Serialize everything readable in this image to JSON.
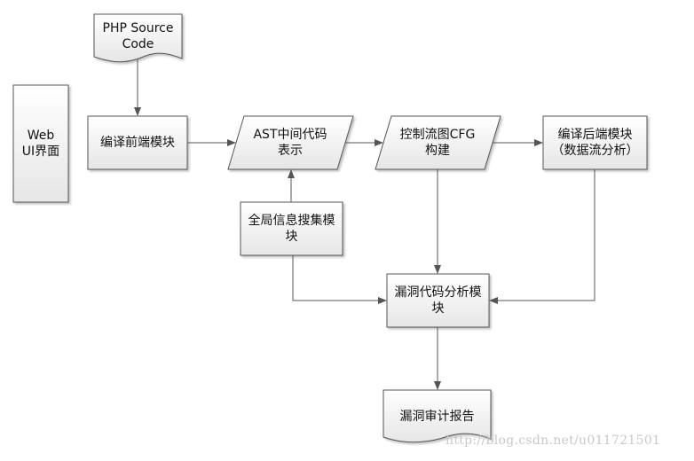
{
  "nodes": {
    "php_source": "PHP Source\nCode",
    "web_ui": "Web\nUI界面",
    "frontend": "编译前端模块",
    "ast": "AST中间代码\n表示",
    "cfg": "控制流图CFG\n构建",
    "backend": "编译后端模块\n（数据流分析）",
    "global_info": "全局信息搜集模\n块",
    "vuln_analysis": "漏洞代码分析模\n块",
    "report": "漏洞审计报告"
  },
  "watermark": "http://blog.csdn.net/u011721501",
  "colors": {
    "box_fill_top": "#ffffff",
    "box_fill_bottom": "#e9e9e9",
    "box_stroke": "#555555",
    "arrow": "#555555"
  }
}
